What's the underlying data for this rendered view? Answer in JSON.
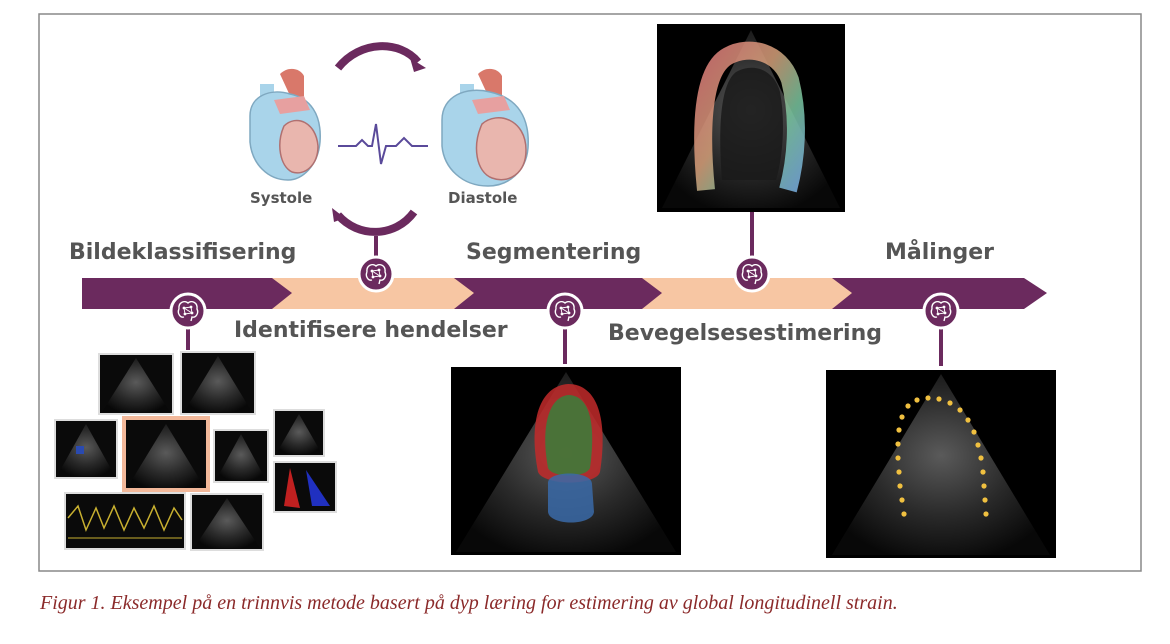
{
  "steps": {
    "image_classification": "Bildeklassifisering",
    "identify_events": "Identifisere hendelser",
    "segmentation": "Segmentering",
    "motion_estimation": "Bevegelsesestimering",
    "measurements": "Målinger"
  },
  "cycle": {
    "systole": "Systole",
    "diastole": "Diastole"
  },
  "caption": "Figur 1. Eksempel på en trinnvis metode basert på dyp læring for estimering av global longitudinell strain.",
  "colors": {
    "arrow_dark": "#6b2a5e",
    "arrow_light": "#f7c6a3",
    "caption": "#8b2a2a",
    "label": "#555555",
    "segment_myocardium": "#c22a2a",
    "segment_cavity": "#3f7a3a",
    "segment_atrium": "#3a6aa8",
    "landmark_dots": "#f0c040"
  },
  "icons": [
    "brain-network-icon",
    "ecg-waveform-icon",
    "cycle-arrow-icon",
    "heart-illustration"
  ]
}
